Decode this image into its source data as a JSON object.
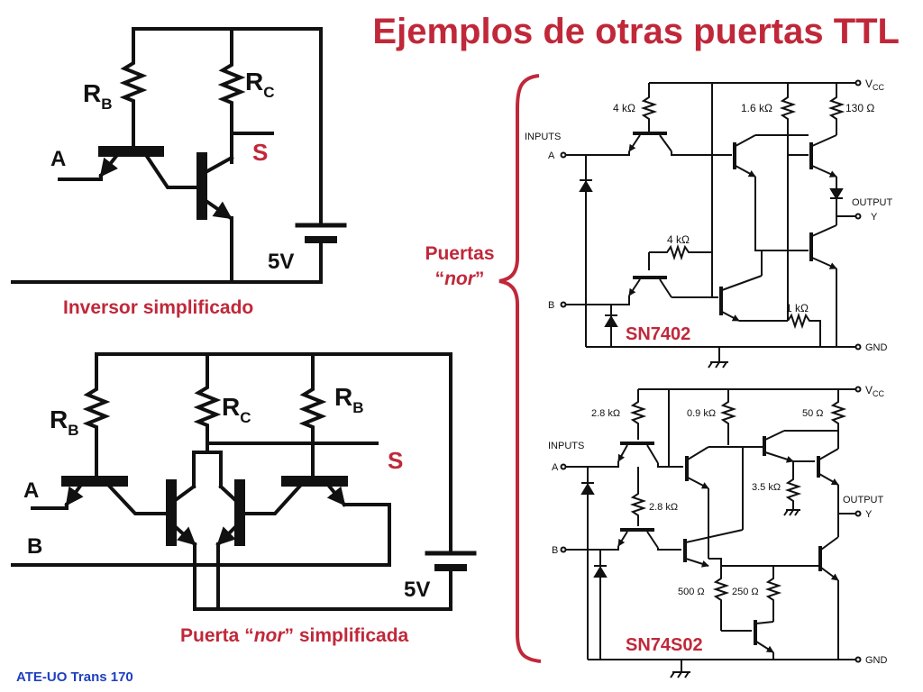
{
  "slide": {
    "title": "Ejemplos de otras puertas TTL",
    "footer": "ATE-UO Trans 170",
    "accent_color": "#c0283a"
  },
  "inverter": {
    "rb": "R",
    "rb_sub": "B",
    "rc": "R",
    "rc_sub": "C",
    "input_a": "A",
    "output_s": "S",
    "supply": "5V",
    "caption": "Inversor simplificado"
  },
  "nor_gate": {
    "rb_left": "R",
    "rb_left_sub": "B",
    "rc": "R",
    "rc_sub": "C",
    "rb_right": "R",
    "rb_right_sub": "B",
    "input_a": "A",
    "input_b": "B",
    "output_s": "S",
    "supply": "5V",
    "caption_prefix": "Puerta “",
    "caption_italic": "nor",
    "caption_suffix": "” simplificada"
  },
  "brace": {
    "line1": "Puertas",
    "line2_prefix": "“",
    "line2_italic": "nor",
    "line2_suffix": "”"
  },
  "sn7402": {
    "name": "SN7402",
    "r1": "4 kΩ",
    "r2": "1.6 kΩ",
    "r3": "130 Ω",
    "r4": "4 kΩ",
    "r5": "1 kΩ",
    "vcc": "V",
    "vcc_sub": "CC",
    "inputs": "INPUTS",
    "in_a": "A",
    "in_b": "B",
    "output": "OUTPUT",
    "out_y": "Y",
    "gnd": "GND"
  },
  "sn74s02": {
    "name": "SN74S02",
    "r1": "2.8 kΩ",
    "r2": "0.9 kΩ",
    "r3": "50 Ω",
    "r4": "3.5 kΩ",
    "r5": "2.8 kΩ",
    "r6": "500 Ω",
    "r7": "250 Ω",
    "vcc": "V",
    "vcc_sub": "CC",
    "inputs": "INPUTS",
    "in_a": "A",
    "in_b": "B",
    "output": "OUTPUT",
    "out_y": "Y",
    "gnd": "GND"
  }
}
